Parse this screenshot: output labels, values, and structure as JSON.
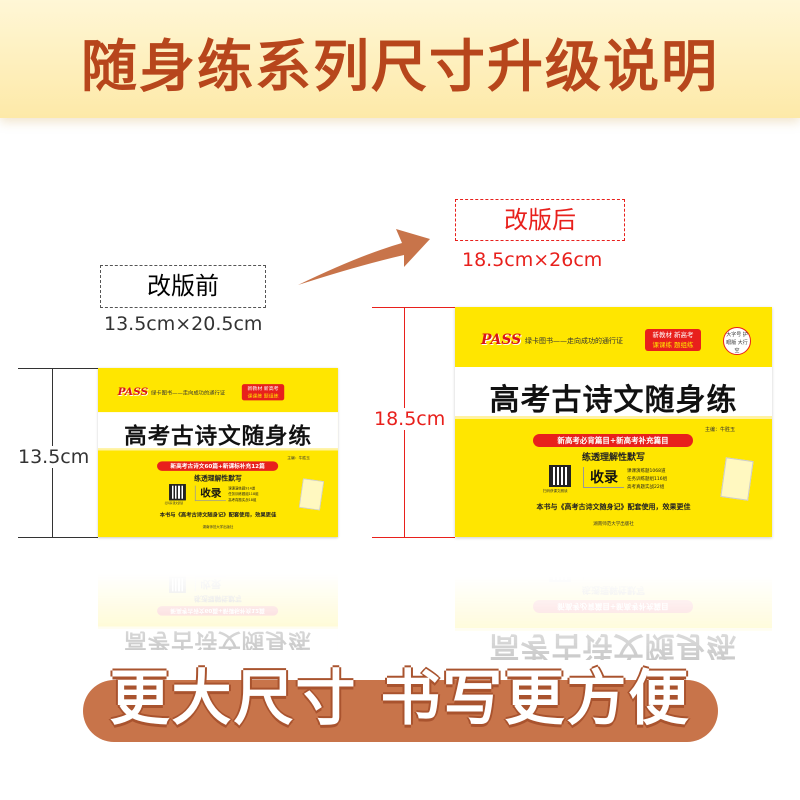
{
  "header": {
    "title": "随身练系列尺寸升级说明"
  },
  "before": {
    "label": "改版前",
    "size": "13.5cm×20.5cm",
    "height_label": "13.5cm"
  },
  "after": {
    "label": "改版后",
    "size": "18.5cm×26cm",
    "height_label": "18.5cm"
  },
  "colors": {
    "title": "#b7461c",
    "accent_red": "#e8201c",
    "book_yellow": "#ffe600",
    "pill": "#c8744a",
    "arrow": "#c8744a"
  },
  "book_common": {
    "logo": "PASS",
    "slogan": "绿卡图书——走向成功的通行证",
    "badge_line1": "新教材 新高考",
    "badge_line2": "课课练 题组练",
    "title": "高考古诗文随身练",
    "editor": "主编：牛胜玉",
    "subtitle": "练透理解性默写",
    "qr_caption": "扫码获课文朗读",
    "shoulu": "收录",
    "note": "本书与《高考古诗文随身记》配套使用，效果更佳",
    "publisher": "湖南师范大学出版社"
  },
  "book_before": {
    "pill": "新高考古诗文60篇+新课标补充12篇",
    "list": [
      "课课演练题914道",
      "任务训练题组118组",
      "高考真题实战18组"
    ]
  },
  "book_after": {
    "pill": "新高考必背篇目+新高考补充篇目",
    "round_badge": "大字号 护眼版 大行空",
    "list": [
      "课课演练题1068道",
      "任务训练题组116组",
      "高考真题实战22组"
    ]
  },
  "footer": {
    "slogan": "更大尺寸 书写更方便"
  }
}
